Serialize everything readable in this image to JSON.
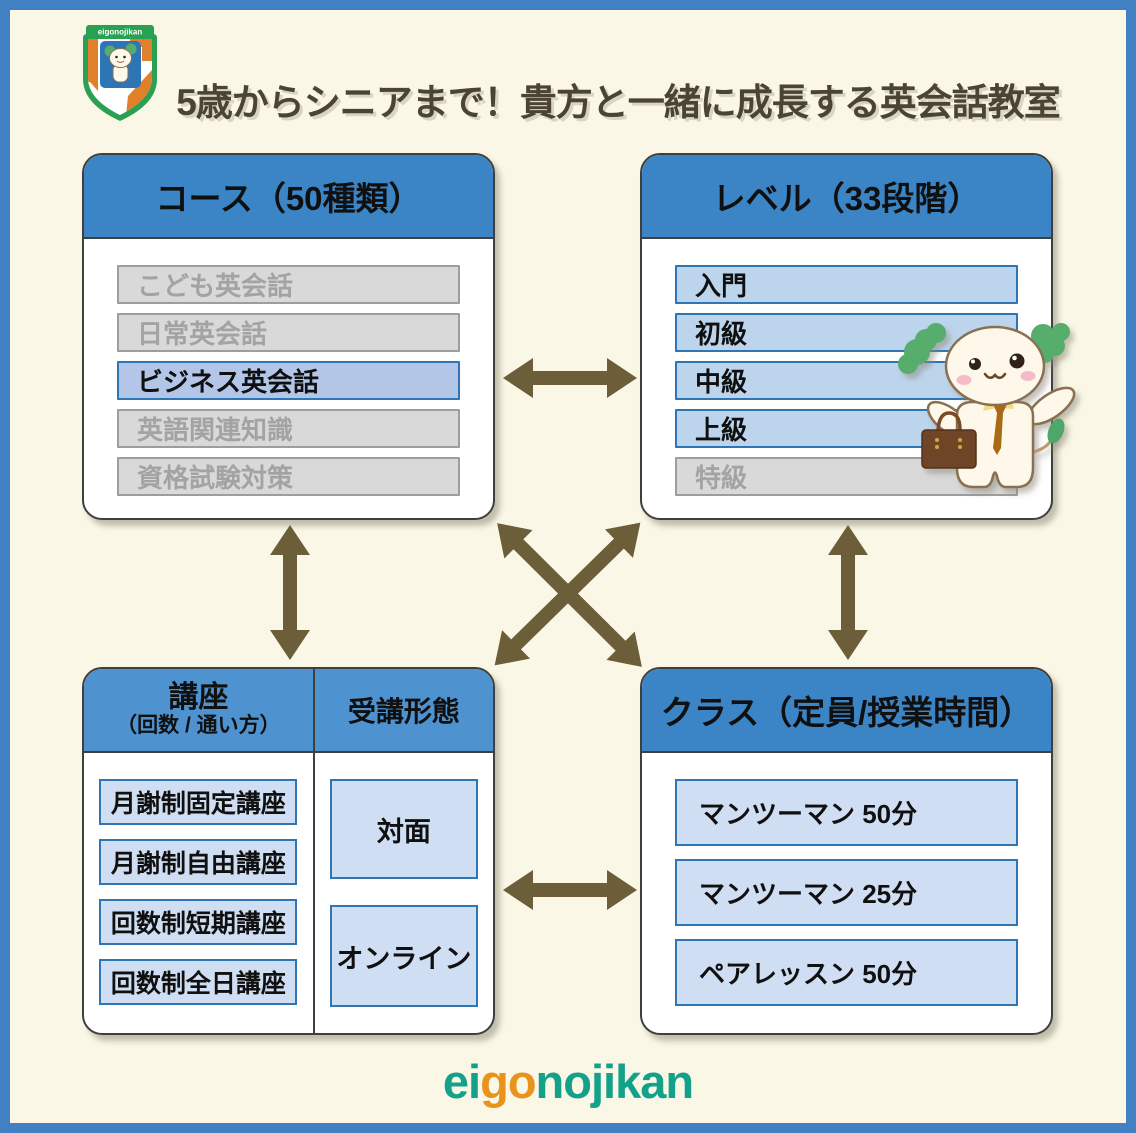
{
  "header": {
    "title": "5歳からシニアまで！貴方と一緒に成長する英会話教室",
    "logo_badge": "eigonojikan"
  },
  "boxes": {
    "course": {
      "title": "コース（50種類）",
      "items": [
        {
          "label": "こども英会話",
          "state": "dimmed"
        },
        {
          "label": "日常英会話",
          "state": "dimmed"
        },
        {
          "label": "ビジネス英会話",
          "state": "selected"
        },
        {
          "label": "英語関連知識",
          "state": "dimmed"
        },
        {
          "label": "資格試験対策",
          "state": "dimmed"
        }
      ]
    },
    "level": {
      "title": "レベル（33段階）",
      "items": [
        {
          "label": "入門",
          "state": "active"
        },
        {
          "label": "初級",
          "state": "active"
        },
        {
          "label": "中級",
          "state": "active"
        },
        {
          "label": "上級",
          "state": "active"
        },
        {
          "label": "特級",
          "state": "dimmed"
        }
      ]
    },
    "lecture": {
      "title": "講座",
      "subtitle": "（回数 / 通い方）",
      "items": [
        {
          "label": "月謝制固定講座"
        },
        {
          "label": "月謝制自由講座"
        },
        {
          "label": "回数制短期講座"
        },
        {
          "label": "回数制全日講座"
        }
      ]
    },
    "format": {
      "title": "受講形態",
      "items": [
        {
          "label": "対面"
        },
        {
          "label": "オンライン"
        }
      ]
    },
    "class": {
      "title": "クラス（定員/授業時間）",
      "items": [
        {
          "label": "マンツーマン 50分"
        },
        {
          "label": "マンツーマン 25分"
        },
        {
          "label": "ペアレッスン 50分"
        }
      ]
    }
  },
  "footer": {
    "logo_part1": "ei",
    "logo_part2": "go",
    "logo_part3": "nojikan"
  },
  "colors": {
    "frame_blue": "#4181c3",
    "header_blue": "#3b85c6",
    "selected_blue": "#b3c6e7",
    "active_blue": "#bdd5ec",
    "light_blue": "#cfdef2",
    "item_border_blue": "#2e75b6",
    "dimmed_gray": "#d9d9d9",
    "arrow_olive": "#6b5e38",
    "background_cream": "#faf7e6",
    "logo_green": "#13a189",
    "logo_orange": "#e8941c"
  }
}
